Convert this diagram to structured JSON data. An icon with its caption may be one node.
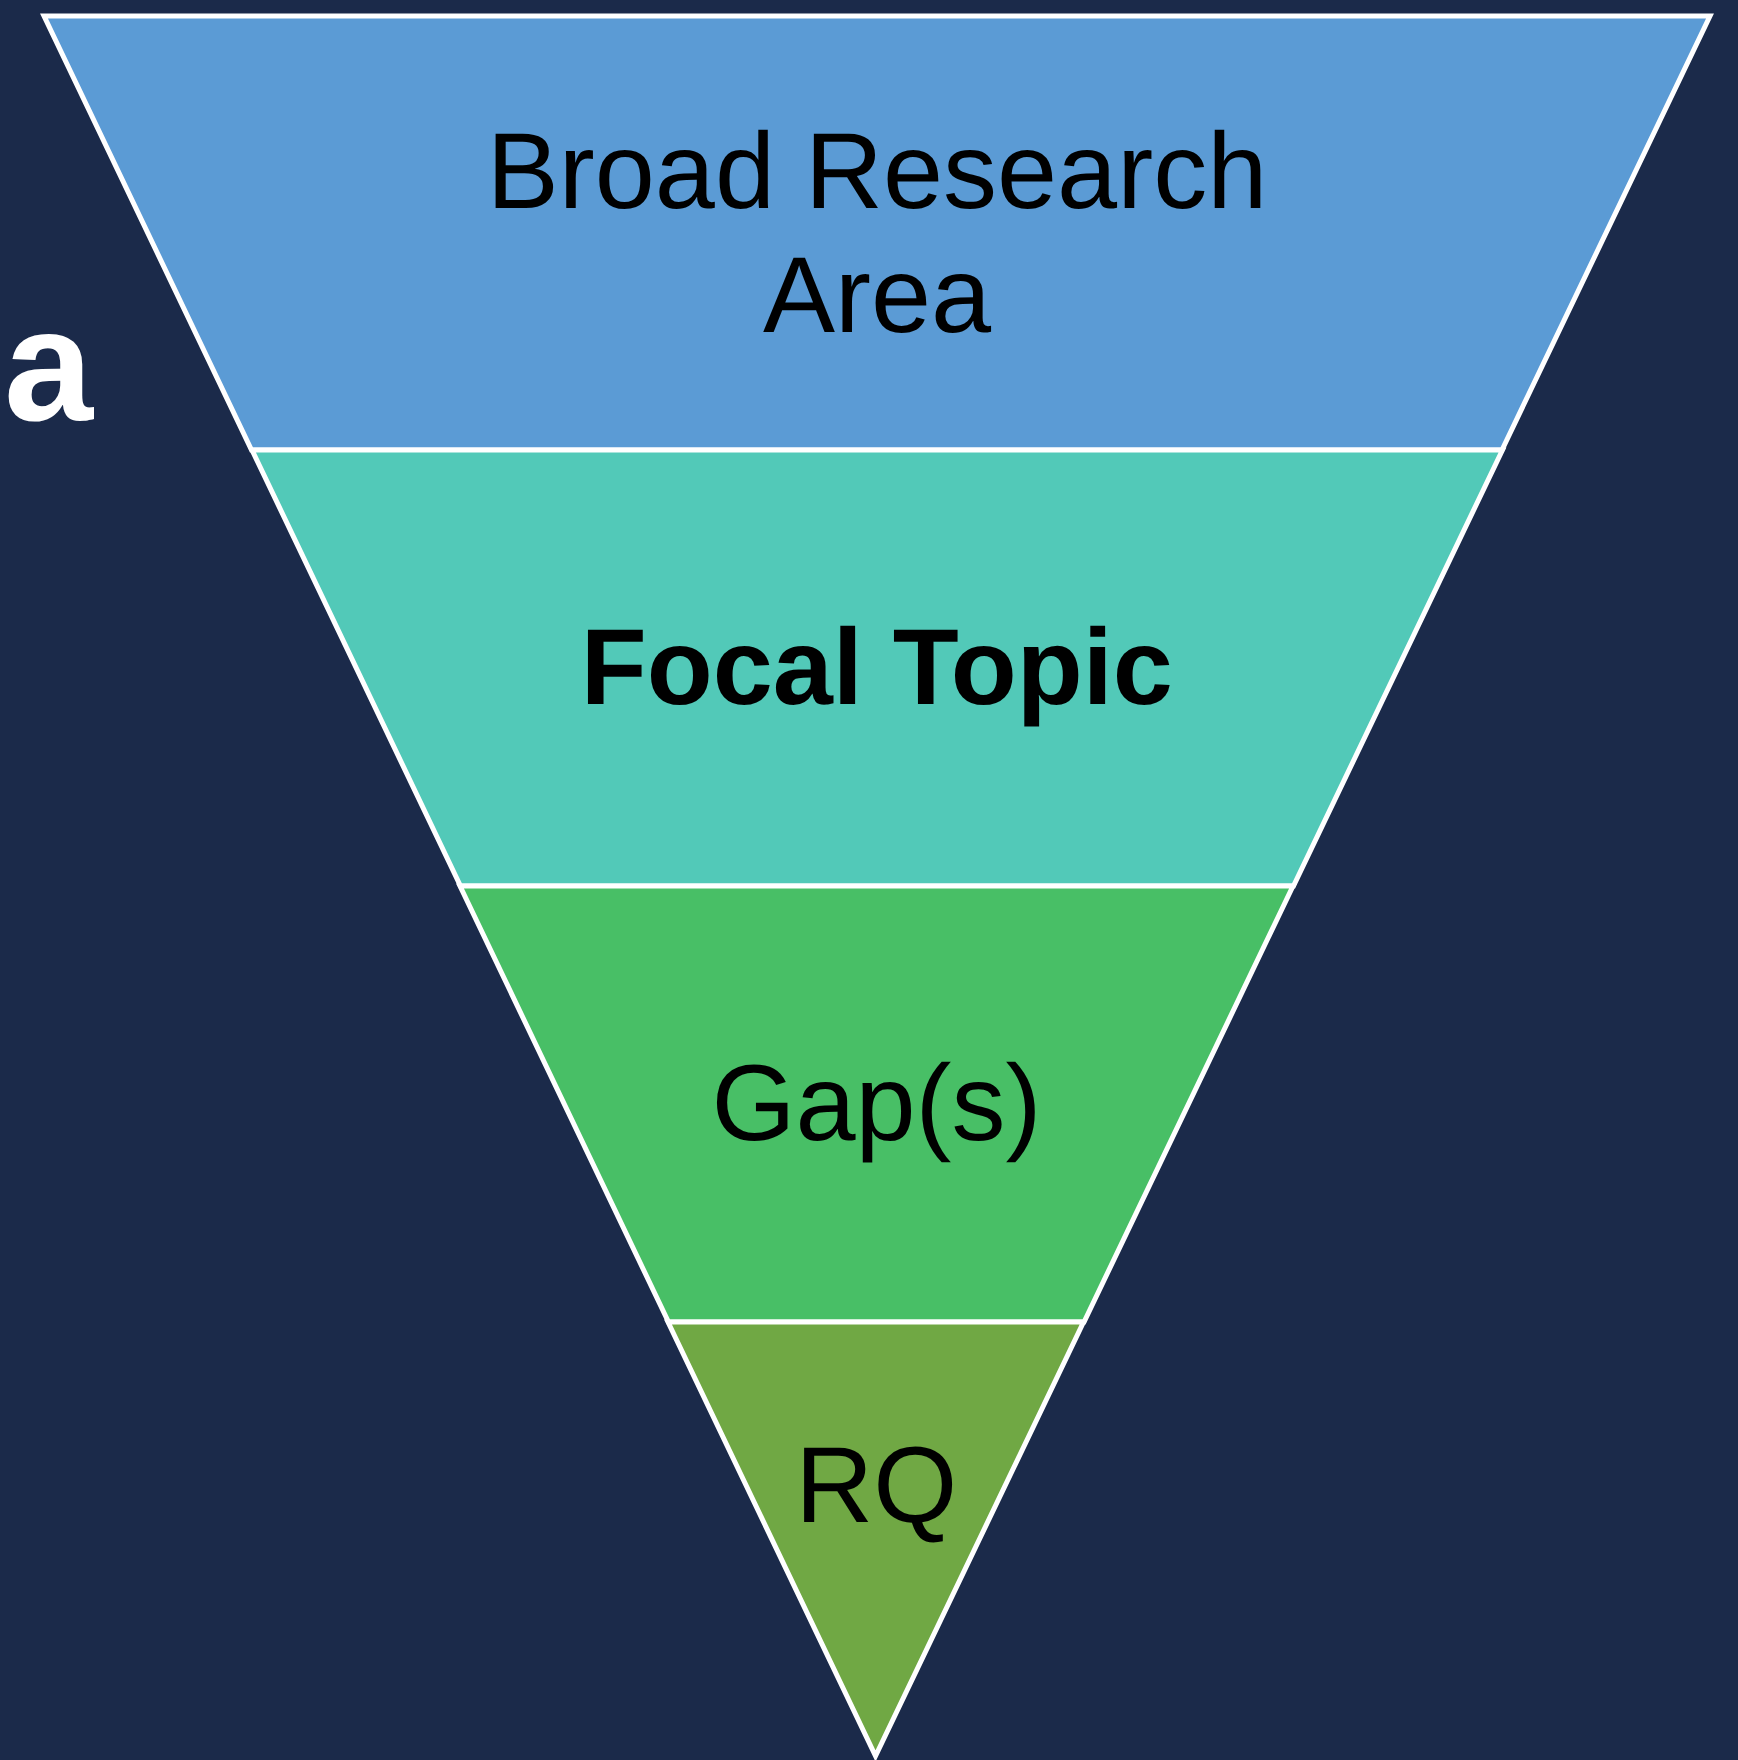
{
  "diagram": {
    "nodes": [
      {
        "text": [
          "Broad Research Area"
        ]
      },
      {
        "text": [
          "Focal Topic"
        ]
      },
      {
        "text": [
          "Gap(s)"
        ]
      },
      {
        "text": [
          "RQ"
        ]
      }
    ],
    "labels": [
      "a"
    ]
  }
}
